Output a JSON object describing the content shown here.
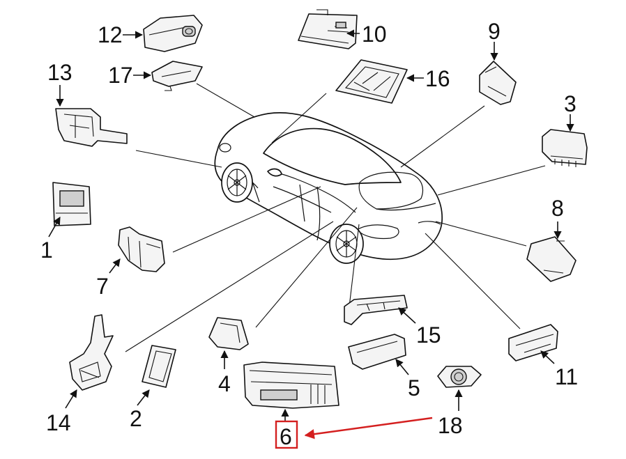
{
  "labels": {
    "1": "1",
    "2": "2",
    "3": "3",
    "4": "4",
    "5": "5",
    "6": "6",
    "7": "7",
    "8": "8",
    "9": "9",
    "10": "10",
    "11": "11",
    "12": "12",
    "13": "13",
    "14": "14",
    "15": "15",
    "16": "16",
    "17": "17",
    "18": "18"
  },
  "highlight": {
    "part": "6",
    "color": "#d41f1f"
  }
}
